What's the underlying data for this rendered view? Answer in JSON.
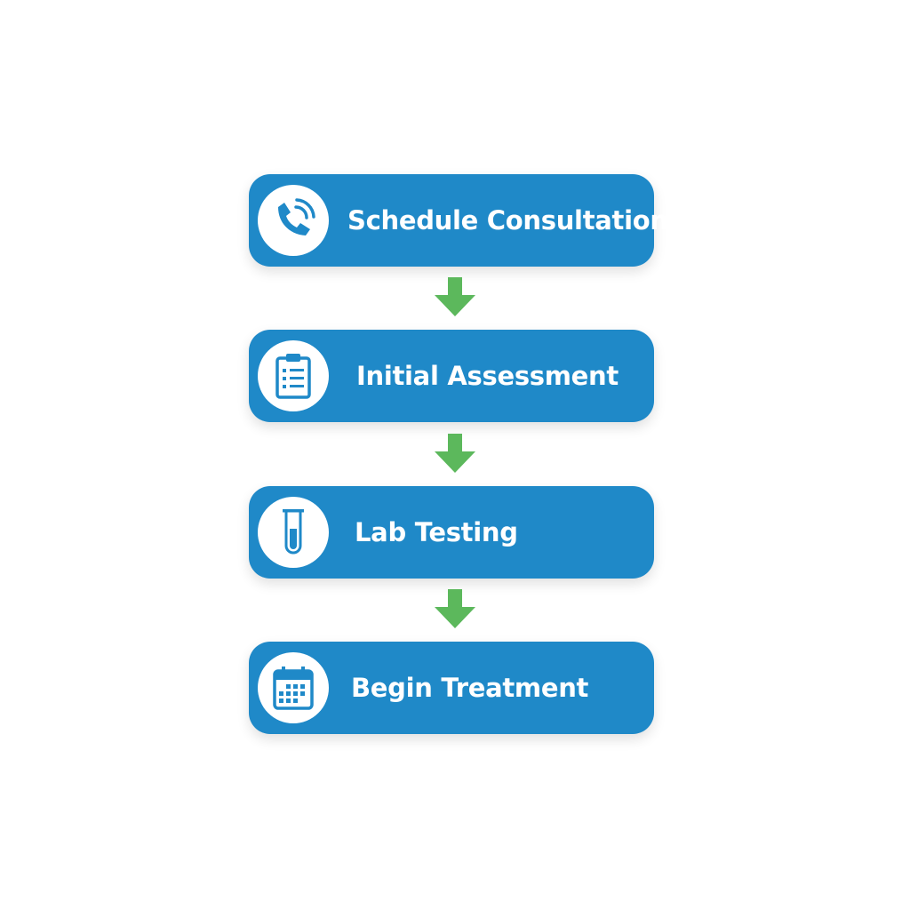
{
  "colors": {
    "box": "#1f89c8",
    "arrow": "#5cb85c",
    "icon": "#1f89c8",
    "text": "#ffffff"
  },
  "steps": [
    {
      "label": "Schedule Consultation",
      "icon": "phone-icon"
    },
    {
      "label": "Initial Assessment",
      "icon": "clipboard-icon"
    },
    {
      "label": "Lab Testing",
      "icon": "test-tube-icon"
    },
    {
      "label": "Begin Treatment",
      "icon": "calendar-icon"
    }
  ]
}
